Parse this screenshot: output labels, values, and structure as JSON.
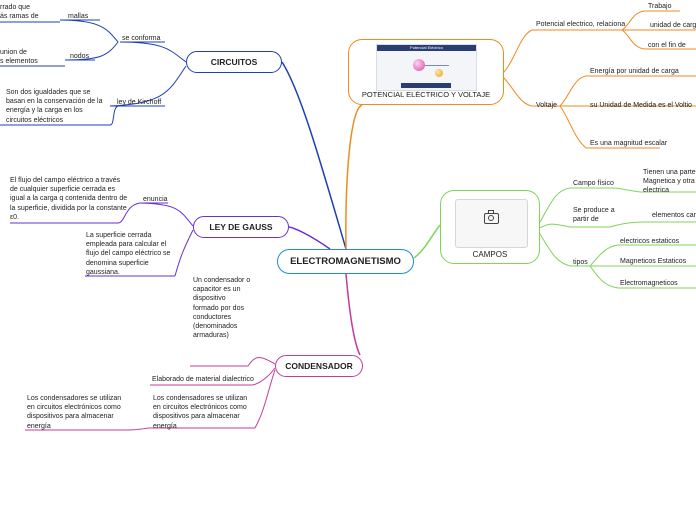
{
  "central": "ELECTROMAGNETISMO",
  "circuitos": {
    "title": "CIRCUITOS",
    "se_conforma": "se conforma",
    "mallas": "mallas",
    "mallas_desc": "rrado que\nás ramas de",
    "nodos": "nodos",
    "nodos_desc": "union de\ns elementos",
    "ley_kirchoff": "ley de Kirchoff",
    "kirchoff_desc": "Son dos igualdades que se basan en la conservación de la energía y la carga en los circuitos eléctricos"
  },
  "gauss": {
    "title": "LEY DE GAUSS",
    "enuncia": "enuncia",
    "enuncia_desc": "El flujo del campo eléctrico a través de cualquier superficie cerrada es igual a la carga q contenida dentro de la superficie, dividida por la constante ε0.",
    "superficie_desc": "La superficie cerrada empleada para calcular el flujo del campo eléctrico se denomina superficie gaussiana."
  },
  "condensador": {
    "title": "CONDENSADOR",
    "def": "Un condensador o capacitor es un dispositivo formado por dos conductores (denominados armaduras)",
    "material": "Elaborado de material dialectrico",
    "uso_1": "Los condensadores se utilizan en circuitos electrónicos como dispositivos para almacenar energía",
    "uso_2": "Los condensadores se utilizan en circuitos electrónicos como dispositivos para almacenar energía"
  },
  "potencial": {
    "title": "POTENCIAL ELÉCTRICO Y VOLTAJE",
    "image_caption": "Potencial Eléctrico",
    "relaciona": "Potencial electrico, relaciona",
    "trabajo": "Trabajo",
    "unidad": "unidad de carga",
    "con_fin": "con el fin de",
    "voltaje": "Voltaje",
    "energia": "Energía por unidad de carga",
    "unidad_medida": "su Unidad de Medida es el Voltio",
    "escalar": "Es una magnitud escalar"
  },
  "campos": {
    "title": "CAMPOS",
    "campo_fisico": "Campo físico",
    "magnetica": "Tienen una parte Magnetica y otra electrica",
    "se_produce": "Se produce a partir de",
    "elementos": "elementos carg",
    "tipos": "tipos",
    "electricos": "electricos estaticos",
    "magneticos": "Magneticos Estaticos",
    "electromagneticos": "Electromagneticos"
  },
  "colors": {
    "circuitos": "#1c3fb8",
    "gauss": "#6a2fd1",
    "condensador": "#c43b9a",
    "potencial": "#f08a1c",
    "campos": "#7fd45a",
    "central": "#1e90c8"
  }
}
